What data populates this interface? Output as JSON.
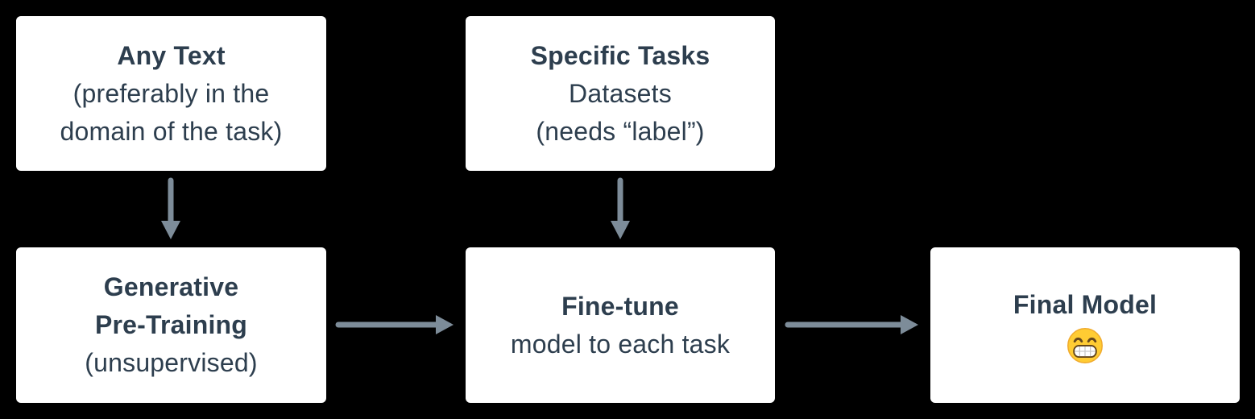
{
  "diagram": {
    "background_color": "#000000",
    "node_background_color": "#ffffff",
    "text_color": "#2d3e4e",
    "arrow_color": "#7d8c99",
    "nodes": {
      "any_text": {
        "lines": [
          "Any Text",
          "(preferably in the",
          "domain of the task)"
        ]
      },
      "specific_tasks": {
        "lines": [
          "Specific Tasks",
          "Datasets",
          "(needs “label”)"
        ]
      },
      "generative_pretraining": {
        "lines": [
          "Generative",
          "Pre-Training",
          "(unsupervised)"
        ]
      },
      "fine_tune": {
        "lines": [
          "Fine-tune",
          "model to each task"
        ]
      },
      "final_model": {
        "lines": [
          "Final Model"
        ],
        "emoji": {
          "name": "beaming-face-with-smiling-eyes",
          "char": "😁"
        }
      }
    },
    "arrows": [
      {
        "name": "arrow-any-text-to-pretraining",
        "direction": "down",
        "from": "any_text",
        "to": "generative_pretraining"
      },
      {
        "name": "arrow-specific-tasks-to-finetune",
        "direction": "down",
        "from": "specific_tasks",
        "to": "fine_tune"
      },
      {
        "name": "arrow-pretraining-to-finetune",
        "direction": "right",
        "from": "generative_pretraining",
        "to": "fine_tune"
      },
      {
        "name": "arrow-finetune-to-final-model",
        "direction": "right",
        "from": "fine_tune",
        "to": "final_model"
      }
    ]
  }
}
